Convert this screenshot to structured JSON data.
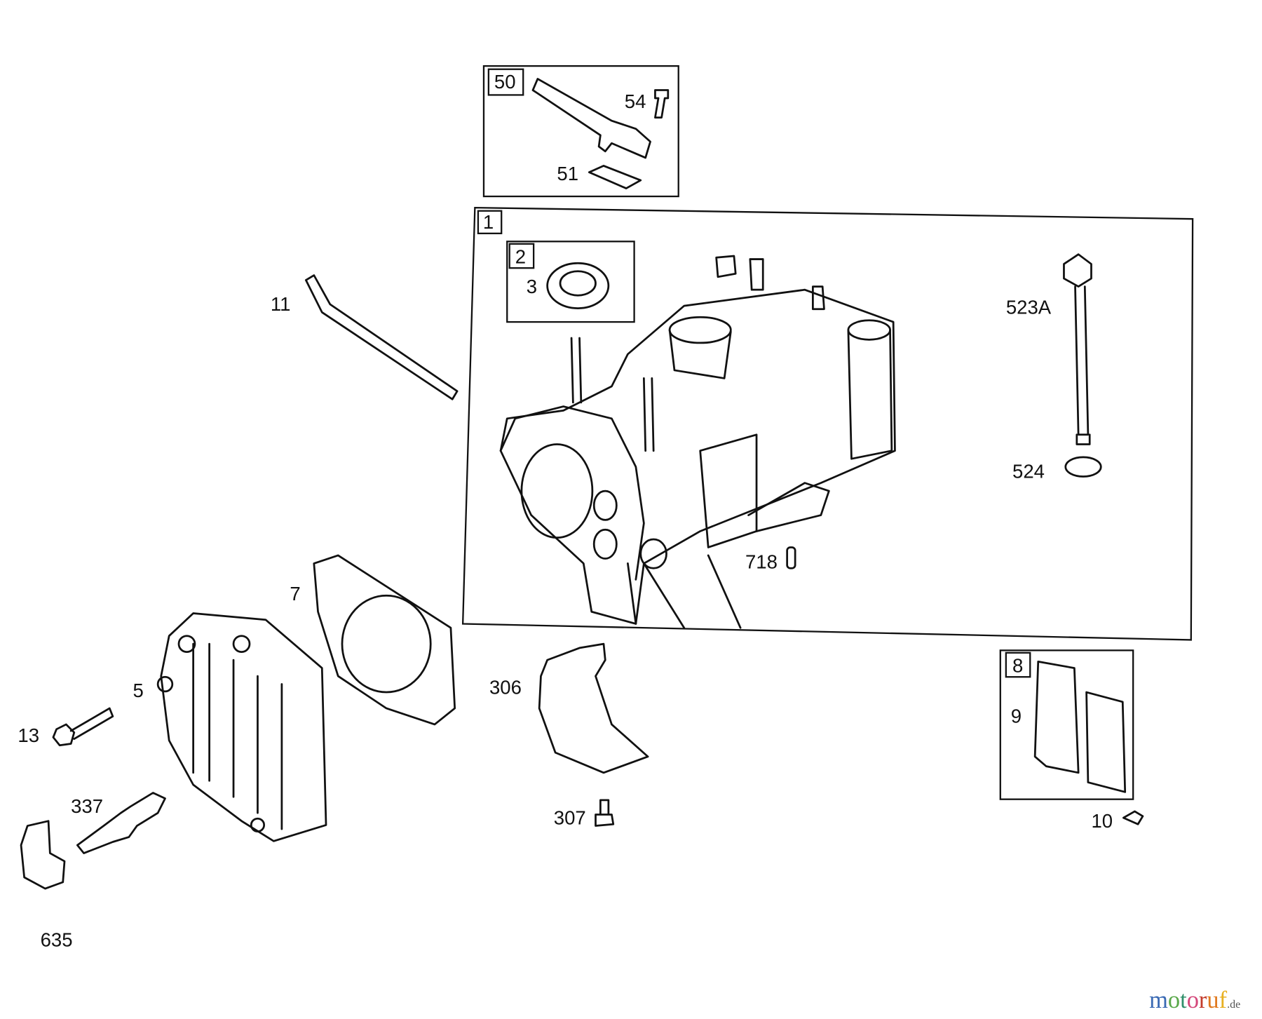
{
  "diagram": {
    "groups": [
      {
        "id": "50",
        "contains": [
          "54",
          "51"
        ]
      },
      {
        "id": "1",
        "contains": [
          "2",
          "3",
          "523A",
          "524",
          "718"
        ]
      },
      {
        "id": "2",
        "contains": [
          "3"
        ]
      },
      {
        "id": "8",
        "contains": [
          "9"
        ]
      }
    ],
    "labels": {
      "p50": "50",
      "p54": "54",
      "p51": "51",
      "p1": "1",
      "p2": "2",
      "p3": "3",
      "p11": "11",
      "p523a": "523A",
      "p524": "524",
      "p718": "718",
      "p7": "7",
      "p5": "5",
      "p13": "13",
      "p337": "337",
      "p635": "635",
      "p306": "306",
      "p307": "307",
      "p8": "8",
      "p9": "9",
      "p10": "10"
    },
    "watermark": {
      "brand": "motoruf",
      "tld": ".de"
    },
    "colors": {
      "line": "#111111",
      "background": "#ffffff"
    }
  }
}
